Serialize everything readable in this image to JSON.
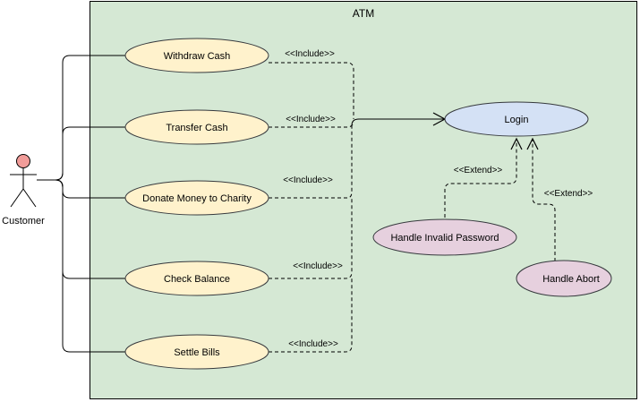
{
  "system": {
    "title": "ATM",
    "fill": "#d5e8d4"
  },
  "actor": {
    "name": "Customer",
    "head_color": "#f19c99"
  },
  "use_cases": [
    {
      "id": "withdraw",
      "label": "Withdraw Cash",
      "fill": "#fff2cc"
    },
    {
      "id": "transfer",
      "label": "Transfer Cash",
      "fill": "#fff2cc"
    },
    {
      "id": "donate",
      "label": "Donate Money to Charity",
      "fill": "#fff2cc"
    },
    {
      "id": "balance",
      "label": "Check Balance",
      "fill": "#fff2cc"
    },
    {
      "id": "bills",
      "label": "Settle Bills",
      "fill": "#fff2cc"
    },
    {
      "id": "login",
      "label": "Login",
      "fill": "#d4e1f5"
    },
    {
      "id": "invalid",
      "label": "Handle Invalid Password",
      "fill": "#e6d0de"
    },
    {
      "id": "abort",
      "label": "Handle Abort",
      "fill": "#e6d0de"
    }
  ],
  "relations": {
    "include_label": "<<Include>>",
    "extend_label": "<<Extend>>",
    "include_labels": [
      "<<Include>>",
      "<<Include>>",
      "<<Include>>",
      "<<Include>>",
      "<<Include>>"
    ],
    "extend_labels": [
      "<<Extend>>",
      "<<Extend>>"
    ]
  }
}
